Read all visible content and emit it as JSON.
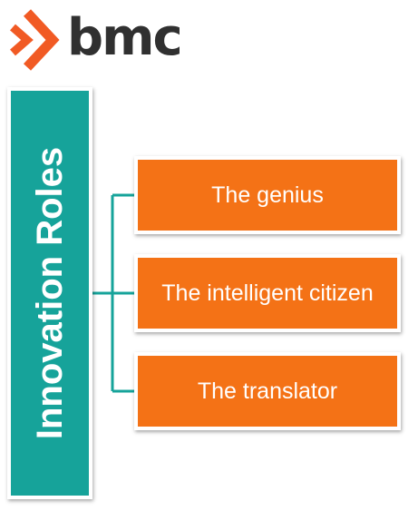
{
  "logo": {
    "text": "bmc",
    "mark_color": "#f15a24",
    "text_color": "#303030"
  },
  "panel": {
    "title": "Innovation Roles",
    "color": "#16a39a"
  },
  "roles": [
    {
      "label": "The genius"
    },
    {
      "label": "The intelligent citizen"
    },
    {
      "label": "The translator"
    }
  ],
  "colors": {
    "role_fill": "#f47216",
    "connector": "#16a39a"
  }
}
